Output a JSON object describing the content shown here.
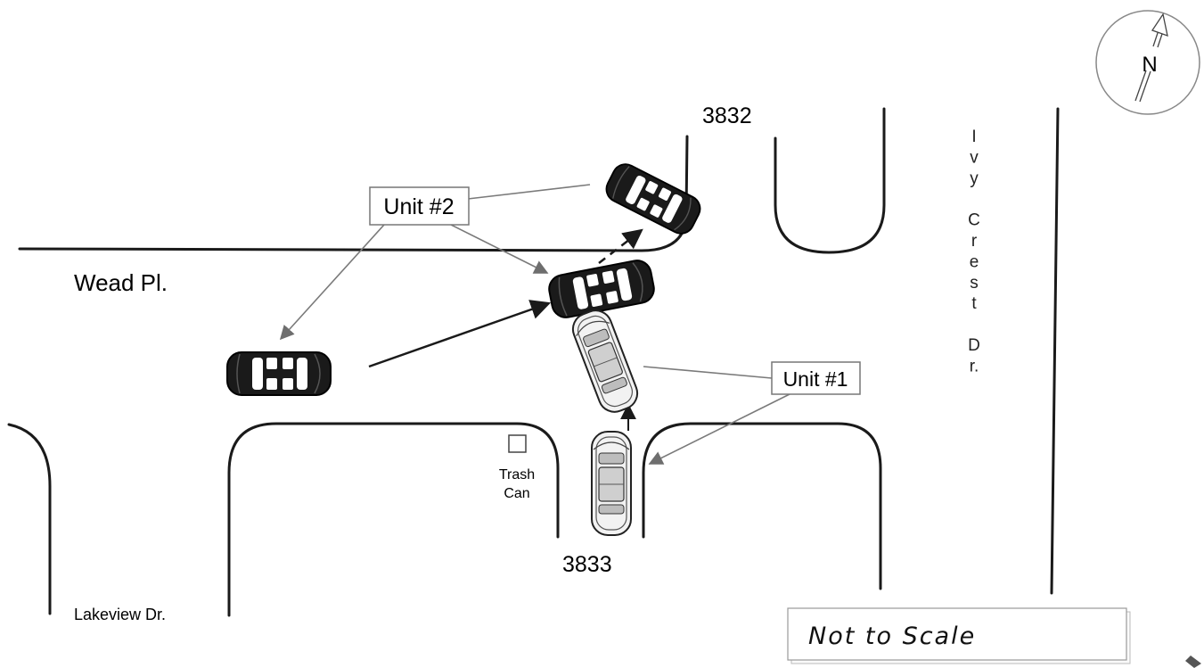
{
  "streets": {
    "wead": "Wead Pl.",
    "lakeview": "Lakeview Dr.",
    "ivy_crest": [
      "I",
      "v",
      "y",
      "",
      "C",
      "r",
      "e",
      "s",
      "t",
      "",
      "D",
      "r."
    ]
  },
  "addresses": {
    "north": "3832",
    "south": "3833"
  },
  "units": {
    "unit1": "Unit #1",
    "unit2": "Unit #2"
  },
  "trash": {
    "line1": "Trash",
    "line2": "Can"
  },
  "compass": {
    "letter": "N"
  },
  "scale_note": "Not to Scale",
  "colors": {
    "road": "#1a1a1a",
    "dark_car": "#1a1a1a",
    "light_car": "#e6e6e6",
    "leader": "#7a7a7a"
  }
}
